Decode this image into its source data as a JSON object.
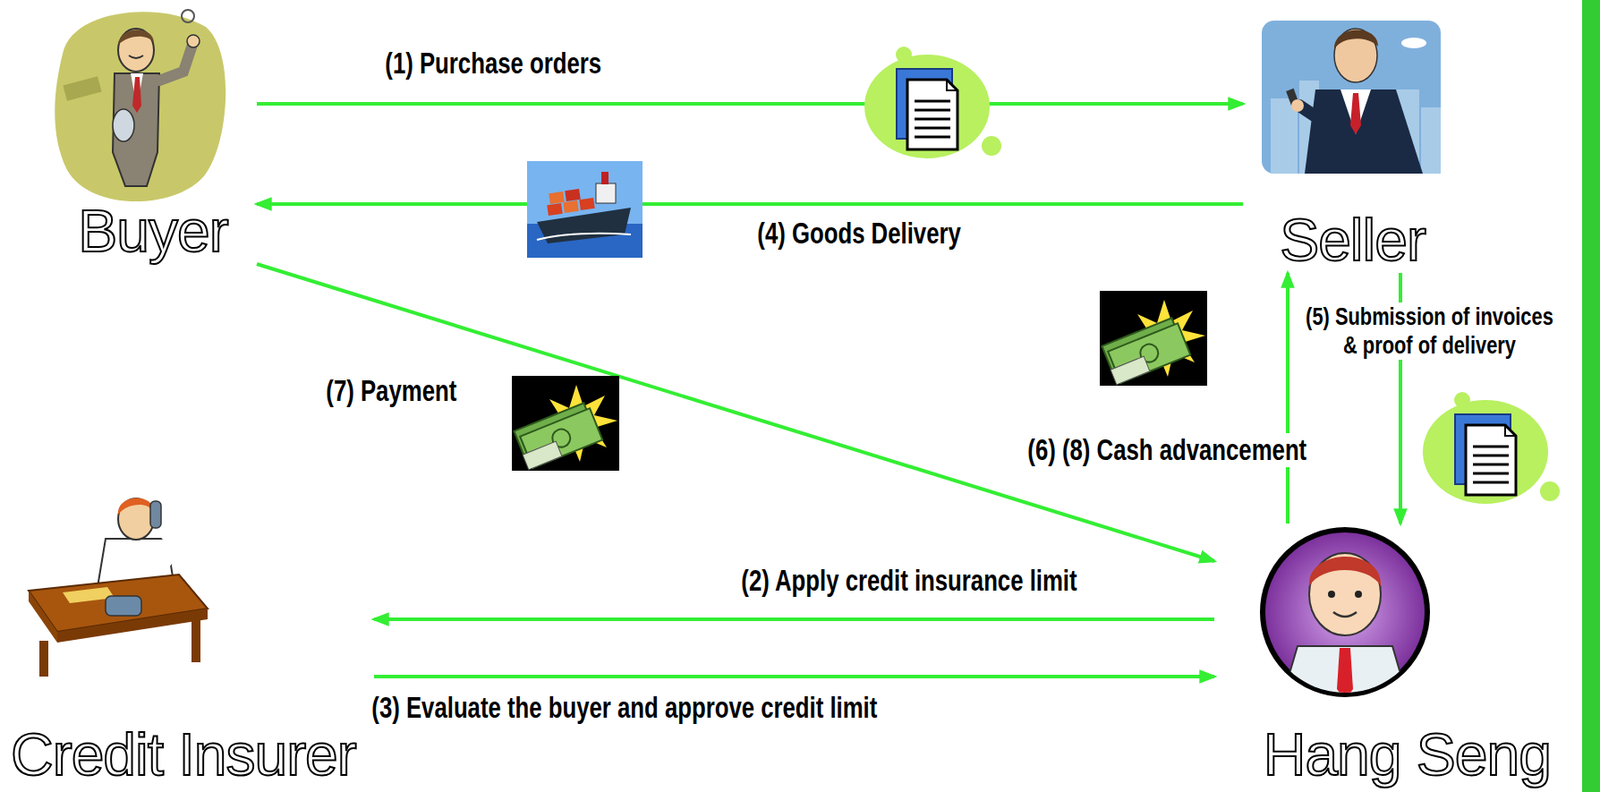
{
  "diagram": {
    "nodes": [
      {
        "text": [
          "Buyer"
        ]
      },
      {
        "text": [
          "Seller"
        ]
      },
      {
        "text": [
          "Credit Insurer"
        ]
      },
      {
        "text": [
          "Hang Seng"
        ]
      }
    ],
    "edges": [
      {
        "from": 0,
        "to": 1,
        "label": "(1) Purchase orders",
        "arrow": "to"
      },
      {
        "from": 3,
        "to": 2,
        "label": "(2) Apply credit insurance limit",
        "arrow": "to"
      },
      {
        "from": 2,
        "to": 3,
        "label": "(3) Evaluate the buyer and approve credit limit",
        "arrow": "to"
      },
      {
        "from": 1,
        "to": 0,
        "label": "(4) Goods Delivery",
        "arrow": "to"
      },
      {
        "from": 1,
        "to": 3,
        "label": "(5) Submission of invoices & proof of delivery",
        "arrow": "to"
      },
      {
        "from": 3,
        "to": 1,
        "label": "(6) (8) Cash advancement",
        "arrow": "to"
      },
      {
        "from": 0,
        "to": 3,
        "label": "(7) Payment",
        "arrow": "to"
      }
    ]
  }
}
